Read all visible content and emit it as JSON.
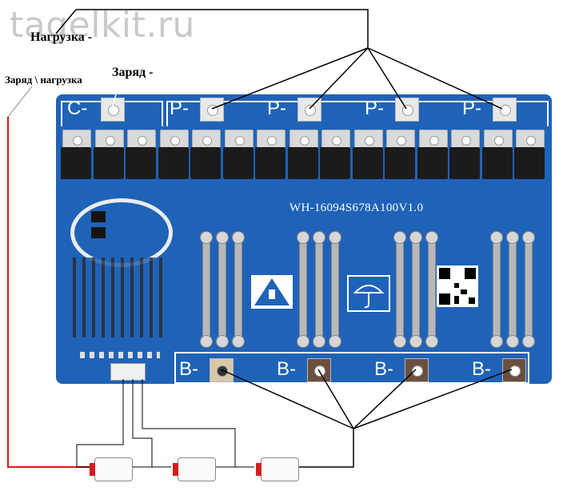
{
  "watermark": "tagelkit.ru",
  "labels": {
    "load_minus": "Нагрузка -",
    "charge_minus": "Заряд -",
    "charge_load": "Заряд \\ нагрузка"
  },
  "board": {
    "model": "WH-16094S678A100V1.0",
    "pads_top": [
      "C-",
      "P-",
      "P-",
      "P-",
      "P-"
    ],
    "pads_bottom": [
      "B-",
      "B-",
      "B-",
      "B-"
    ]
  },
  "colors": {
    "board": "#1f63b8",
    "positive_wire": "#d61c1c",
    "wire": "#000000"
  }
}
